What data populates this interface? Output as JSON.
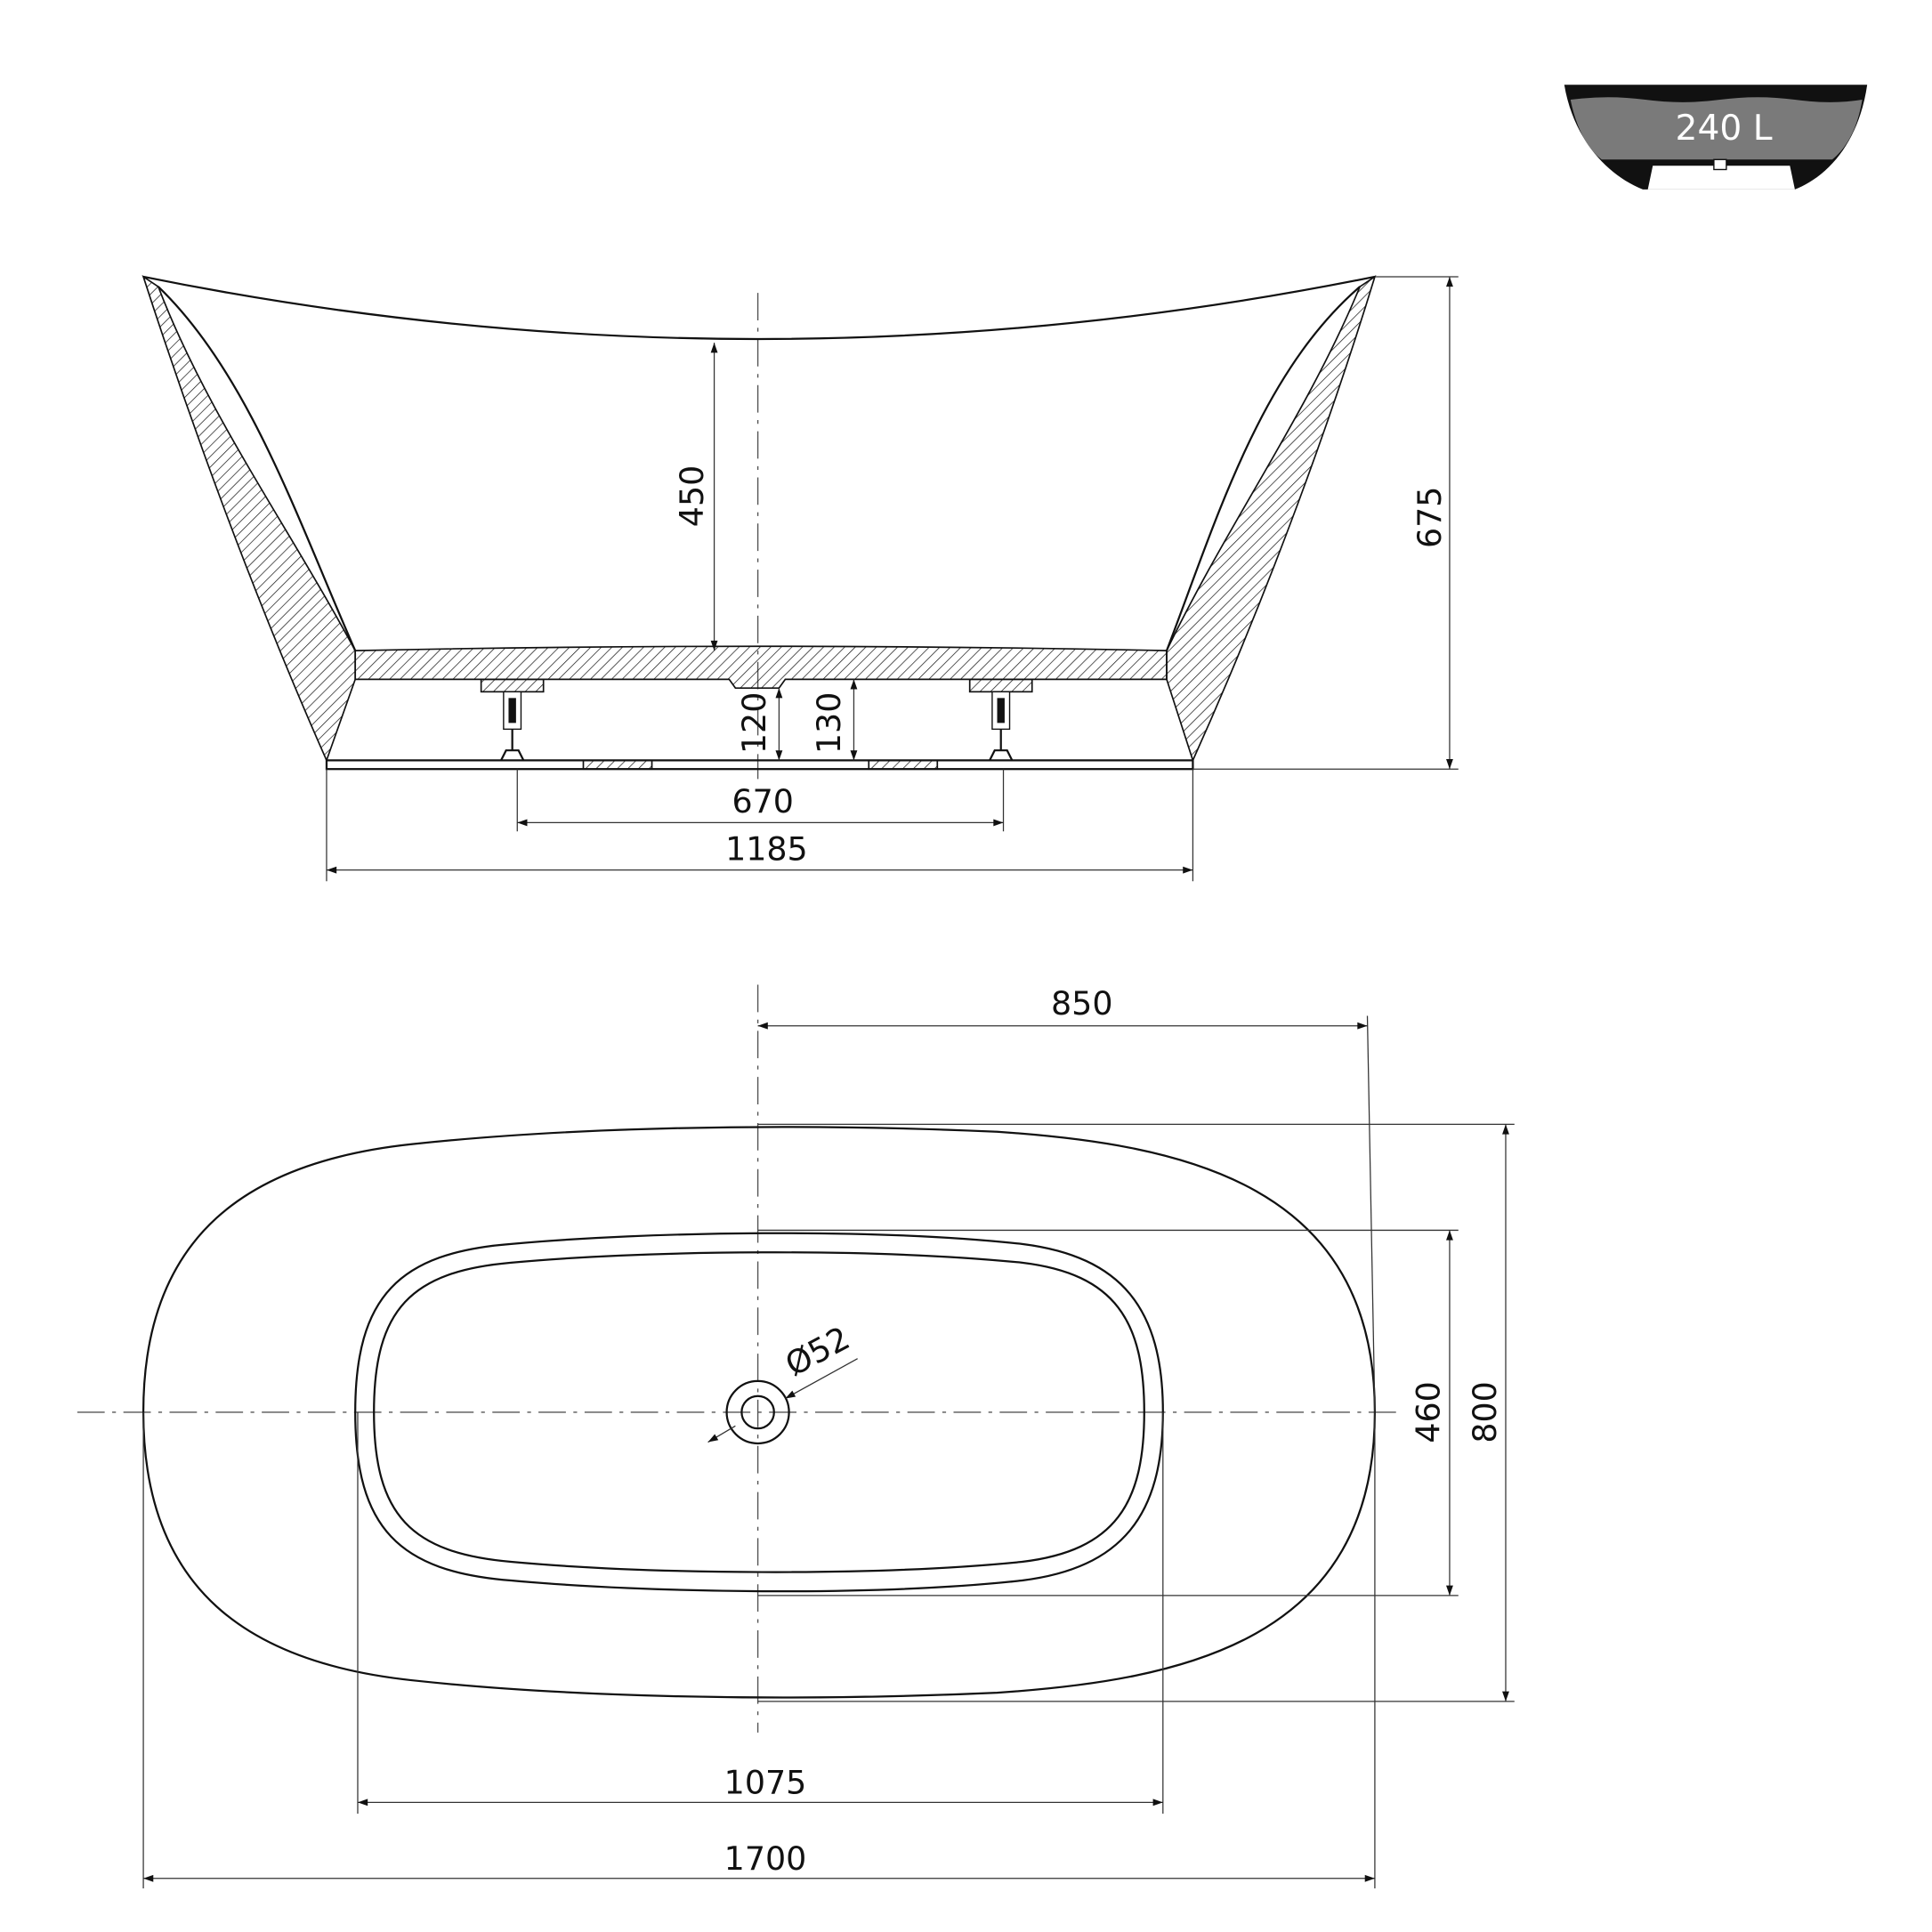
{
  "volume_icon": {
    "label": "240 L",
    "water_color": "#7a7a7a"
  },
  "side_view": {
    "dims": {
      "total_height": "675",
      "inner_depth": "450",
      "drain_clearance": "120",
      "floor_clearance": "130",
      "feet_spacing": "670",
      "base_length": "1185"
    }
  },
  "plan_view": {
    "dims": {
      "half_length": "850",
      "width": "800",
      "inner_width": "460",
      "inner_length": "1075",
      "total_length": "1700",
      "drain_diameter": "Ø52"
    }
  }
}
